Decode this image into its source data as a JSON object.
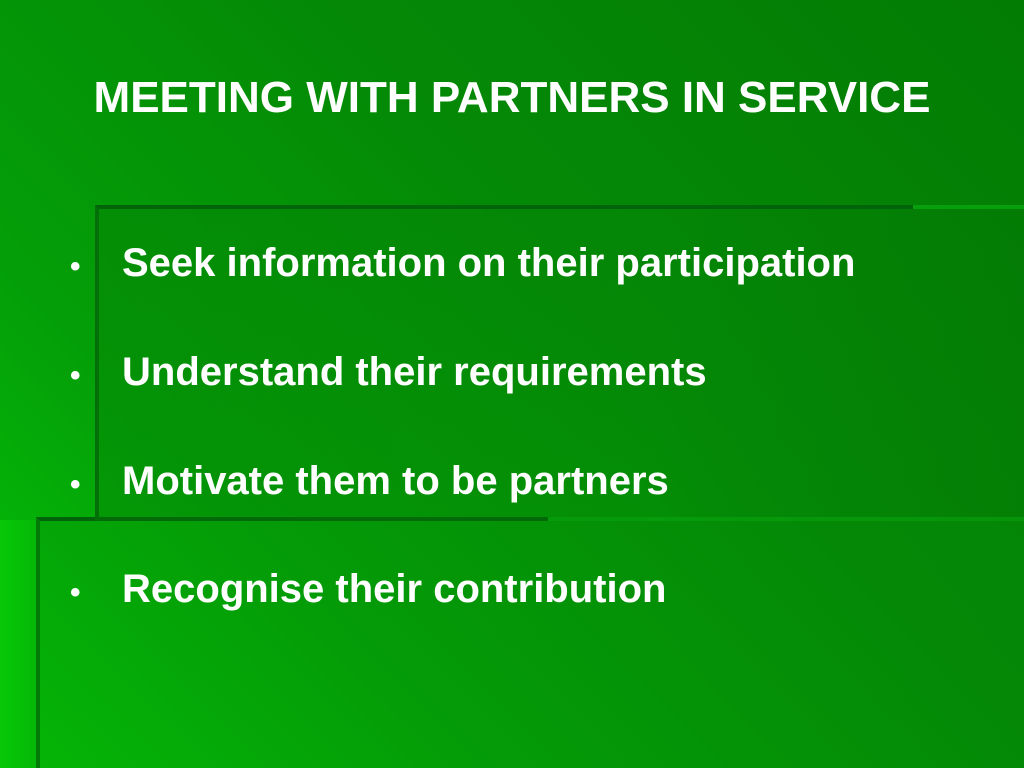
{
  "slide": {
    "title": "MEETING WITH PARTNERS IN SERVICE",
    "bullet_symbol": "•",
    "bullets": [
      {
        "text": "Seek information on their participation"
      },
      {
        "text": "Understand their requirements"
      },
      {
        "text": "Motivate them to be partners"
      },
      {
        "text": "Recognise their contribution"
      }
    ]
  },
  "colors": {
    "background": "#049f08",
    "text": "#ffffff",
    "panel_edge": "#02640a"
  }
}
